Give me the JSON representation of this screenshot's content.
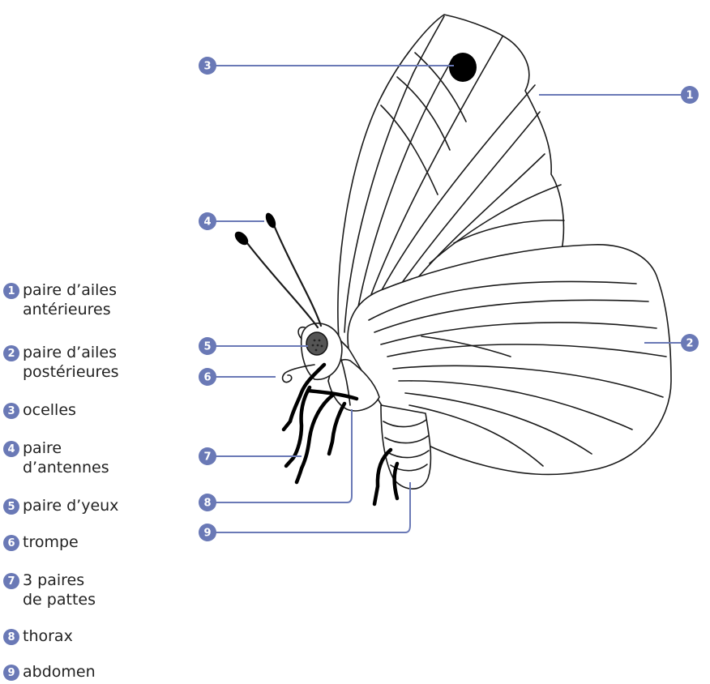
{
  "colors": {
    "accent": "#6a79b6",
    "outline": "#1a1a1a",
    "ocelle": "#000000",
    "eye": "#555555"
  },
  "callouts": [
    "1",
    "2",
    "3",
    "4",
    "5",
    "6",
    "7",
    "8",
    "9"
  ],
  "legend": [
    {
      "num": "1",
      "text": "paire d’ailes\nantérieures"
    },
    {
      "num": "2",
      "text": "paire d’ailes\npostérieures"
    },
    {
      "num": "3",
      "text": "ocelles"
    },
    {
      "num": "4",
      "text": "paire\nd’antennes"
    },
    {
      "num": "5",
      "text": "paire d’yeux"
    },
    {
      "num": "6",
      "text": "trompe"
    },
    {
      "num": "7",
      "text": "3 paires\nde pattes"
    },
    {
      "num": "8",
      "text": "thorax"
    },
    {
      "num": "9",
      "text": "abdomen"
    }
  ]
}
